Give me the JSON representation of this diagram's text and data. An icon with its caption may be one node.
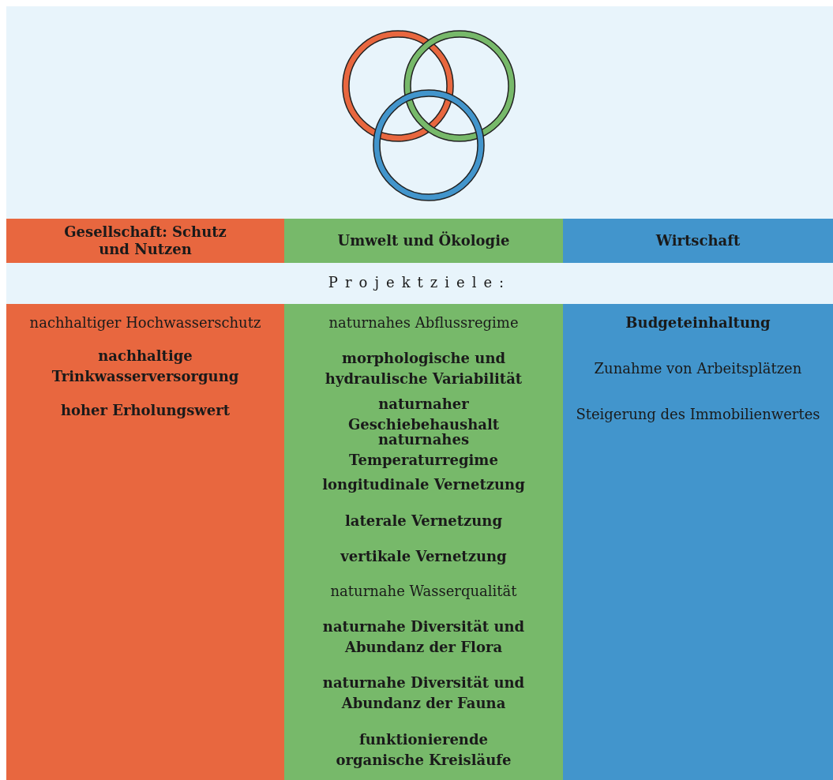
{
  "diagram": {
    "nodes": [
      {
        "text": [
          "Gesellschaft: Schutz und Nutzen"
        ]
      },
      {
        "text": [
          "Umwelt und Ökologie"
        ]
      },
      {
        "text": [
          "Wirtschaft"
        ]
      },
      {
        "text": [
          "Projektziele:"
        ]
      },
      {
        "text": [
          "nachhaltiger Hochwasserschutz",
          "nachhaltige Trinkwasserversorgung",
          "hoher Erholungswert"
        ]
      },
      {
        "text": [
          "naturnahes Abflussregime",
          "morphologische und hydraulische Variabilität",
          "naturnaher Geschiebehaushalt",
          "naturnahes Temperaturregime",
          "longitudinale Vernetzung",
          "laterale Vernetzung",
          "vertikale Vernetzung",
          "naturnahe Wasserqualität",
          "naturnahe Diversität und Abundanz der Flora",
          "naturnahe Diversität und Abundanz der Fauna",
          "funktionierende organische Kreisläufe"
        ]
      },
      {
        "text": [
          "Budgeteinhaltung",
          "Zunahme von Arbeitsplätzen",
          "Steigerung des Immobilienwertes"
        ]
      }
    ]
  }
}
